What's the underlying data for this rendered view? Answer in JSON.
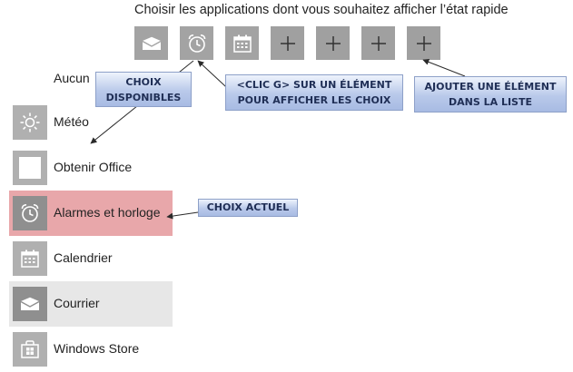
{
  "header": {
    "title": "Choisir les applications dont vous souhaitez afficher l’état rapide"
  },
  "quick_status_slots": [
    {
      "icon": "mail-icon",
      "label": ""
    },
    {
      "icon": "alarm-clock-icon",
      "label": ""
    },
    {
      "icon": "calendar-icon",
      "label": ""
    },
    {
      "icon": "plus-icon",
      "label": "+"
    },
    {
      "icon": "plus-icon",
      "label": "+"
    },
    {
      "icon": "plus-icon",
      "label": "+"
    },
    {
      "icon": "plus-icon",
      "label": "+"
    }
  ],
  "list": {
    "none_label": "Aucun",
    "items": [
      {
        "label": "Météo",
        "icon": "weather-sun-icon",
        "state": "normal"
      },
      {
        "label": "Obtenir Office",
        "icon": "office-icon",
        "state": "normal"
      },
      {
        "label": "Alarmes et horloge",
        "icon": "alarm-clock-icon",
        "state": "selected"
      },
      {
        "label": "Calendrier",
        "icon": "calendar-icon",
        "state": "normal"
      },
      {
        "label": "Courrier",
        "icon": "mail-icon",
        "state": "hover"
      },
      {
        "label": "Windows Store",
        "icon": "store-bag-icon",
        "state": "normal"
      }
    ]
  },
  "annotations": {
    "choix_disponibles": [
      "CHOIX",
      "DISPONIBLES"
    ],
    "clic_element": [
      "<CLIC G> SUR UN ÉLÉMENT",
      "POUR AFFICHER LES CHOIX"
    ],
    "ajouter_element": [
      "AJOUTER UNE ÉLÉMENT",
      "DANS LA LISTE"
    ],
    "choix_actuel": [
      "CHOIX ACTUEL"
    ]
  },
  "colors": {
    "tile_gray": "#a3a3a3",
    "selected_row": "#e8a7aa",
    "hover_row": "#e7e7e7",
    "callout_blue": "#b9c9ea"
  }
}
